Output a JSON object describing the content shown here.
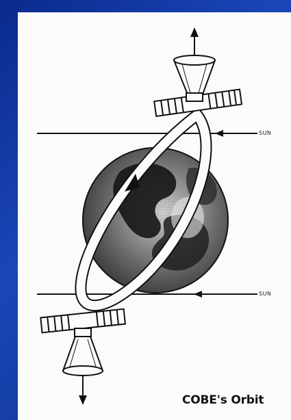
{
  "diagram": {
    "caption": "COBE's Orbit",
    "sun_labels": [
      "SUN",
      "SUN"
    ],
    "colors": {
      "background_blue": "#1a46b8",
      "panel": "#fbfbf9",
      "ink": "#111111"
    }
  }
}
